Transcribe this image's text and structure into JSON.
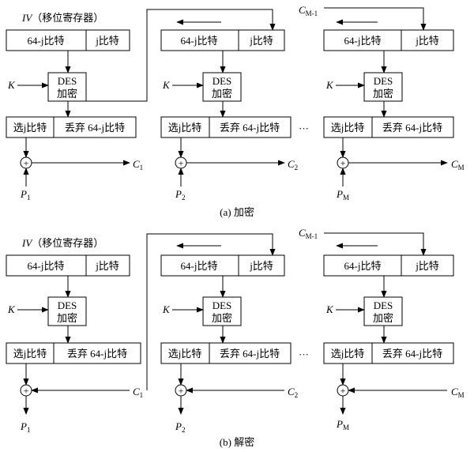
{
  "labels": {
    "iv": "IV",
    "iv_note": "（移位寄存器）",
    "reg_left": "64-j比特",
    "reg_right": "j比特",
    "des_top": "DES",
    "des_bottom": "加密",
    "out_left": "选j比特",
    "out_right": "丢弃 64-j比特",
    "key": "K",
    "dots": "···",
    "c_prev_main": "C",
    "c_prev_sub": "M-1"
  },
  "encrypt": {
    "caption": "(a)  加密",
    "stages": [
      {
        "p": "P",
        "p_sub": "1",
        "c": "C",
        "c_sub": "1"
      },
      {
        "p": "P",
        "p_sub": "2",
        "c": "C",
        "c_sub": "2"
      },
      {
        "p": "P",
        "p_sub": "M",
        "c": "C",
        "c_sub": "M"
      }
    ]
  },
  "decrypt": {
    "caption": "(b)  解密",
    "stages": [
      {
        "p": "P",
        "p_sub": "1",
        "c": "C",
        "c_sub": "1"
      },
      {
        "p": "P",
        "p_sub": "2",
        "c": "C",
        "c_sub": "2"
      },
      {
        "p": "P",
        "p_sub": "M",
        "c": "C",
        "c_sub": "M"
      }
    ]
  }
}
